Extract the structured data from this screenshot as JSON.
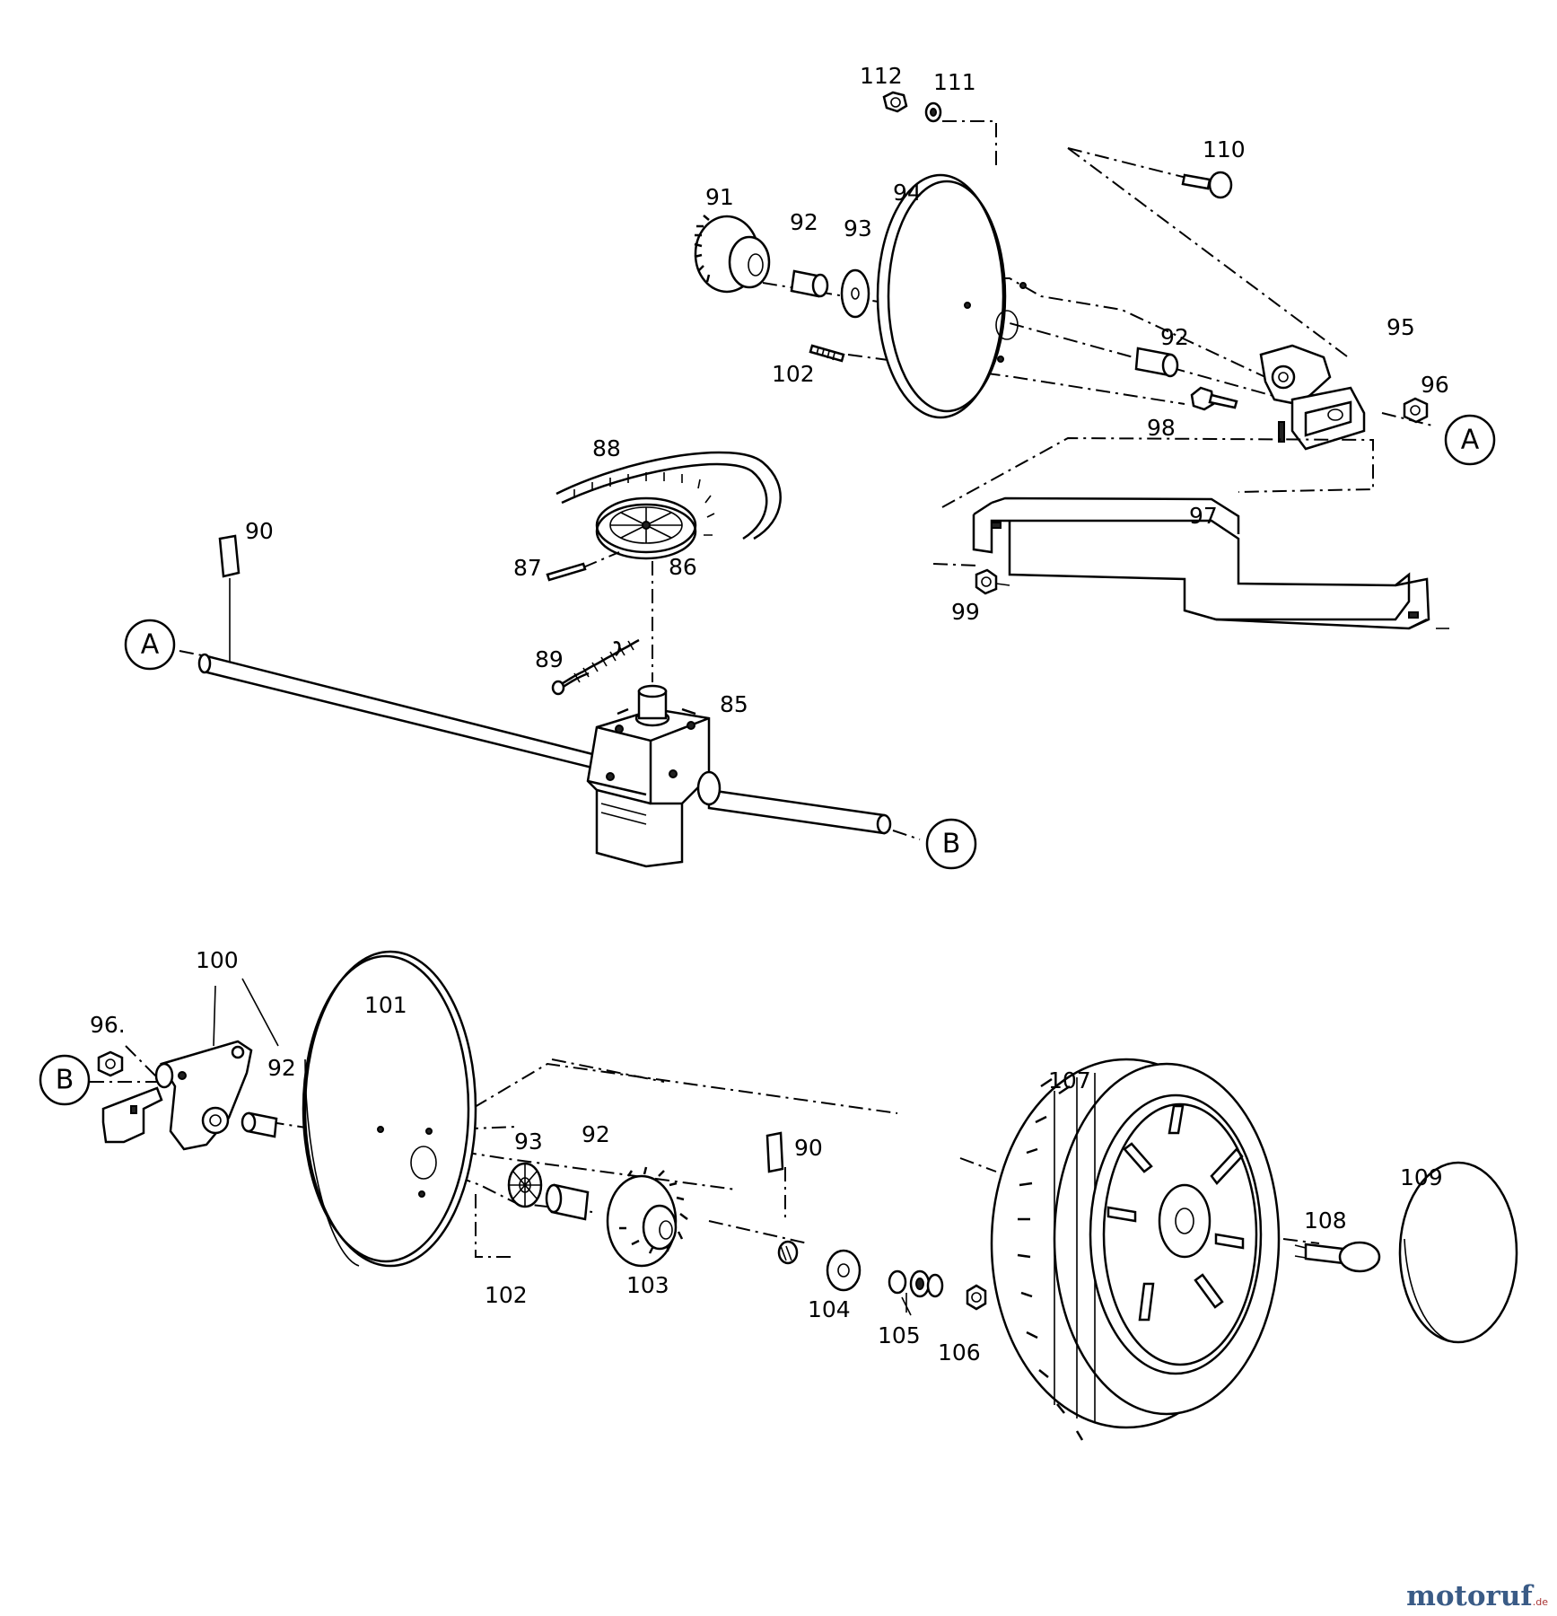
{
  "diagram": {
    "callouts": [
      "A",
      "B"
    ],
    "part_numbers": {
      "p112": "112",
      "p111": "111",
      "p110": "110",
      "p91": "91",
      "p92a": "92",
      "p93a": "93",
      "p94": "94",
      "p102a": "102",
      "p92b": "92",
      "p95": "95",
      "p96a": "96",
      "p98": "98",
      "p97": "97",
      "p99": "99",
      "p88": "88",
      "p90a": "90",
      "p87": "87",
      "p86": "86",
      "p89": "89",
      "p85": "85",
      "p100": "100",
      "p96b": "96.",
      "p92c": "92",
      "p101": "101",
      "p93b": "93",
      "p92d": "92",
      "p90b": "90",
      "p102b": "102",
      "p103": "103",
      "p104": "104",
      "p105": "105",
      "p106": "106",
      "p107": "107",
      "p108": "108",
      "p109": "109"
    }
  },
  "watermark": {
    "text": "motoruf",
    "suffix": ".de"
  }
}
